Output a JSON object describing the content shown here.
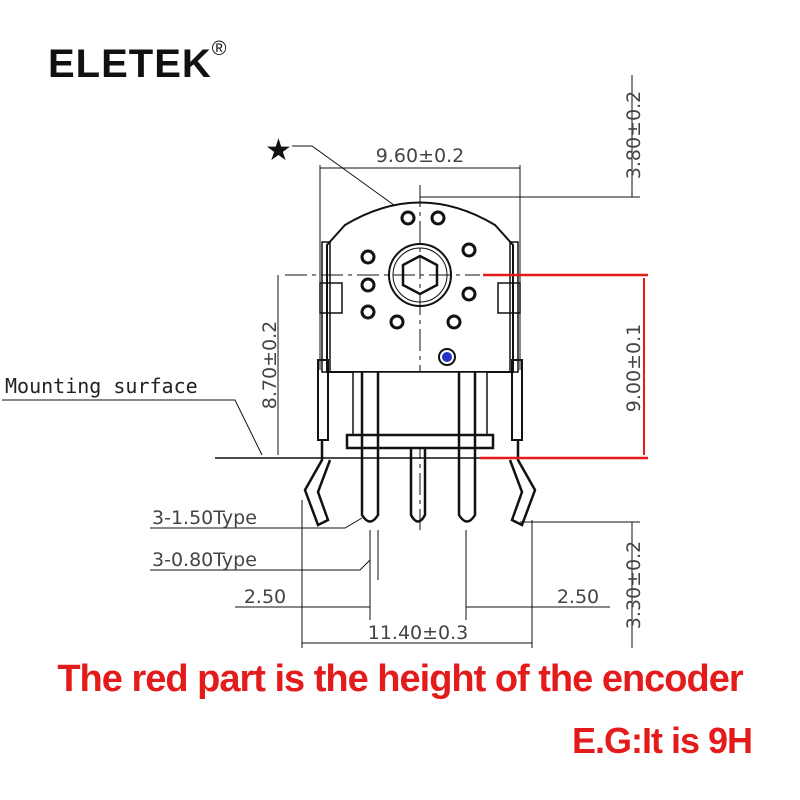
{
  "brand": {
    "name": "ELETEK",
    "mark": "®"
  },
  "dimensions": {
    "width_top": "9.60±0.2",
    "top_offset": "3.80±0.2",
    "height_left": "8.70±0.2",
    "height_red": "9.00±0.1",
    "mounting": "Mounting surface",
    "pin_wide": "3-1.50Type",
    "pin_narrow": "3-0.80Type",
    "pitch_left": "2.50",
    "pitch_right": "2.50",
    "width_bottom": "11.40±0.3",
    "bottom_offset": "3.30±0.2"
  },
  "caption": {
    "line1": "The red part is the height of the encoder",
    "line2": "E.G:It is 9H"
  },
  "colors": {
    "red": "#e41b1b",
    "blue": "#2233cc"
  }
}
